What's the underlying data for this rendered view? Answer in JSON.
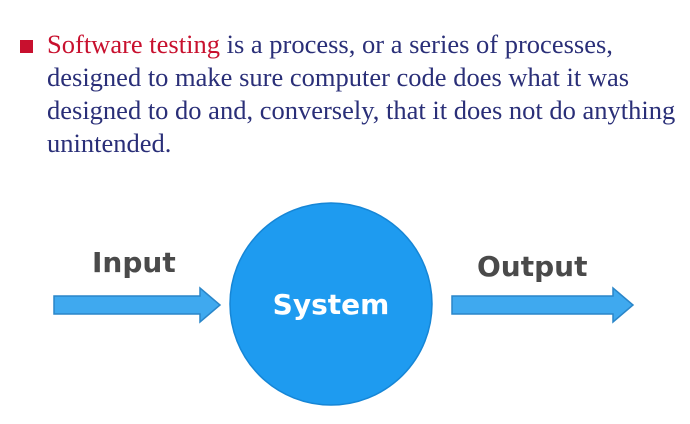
{
  "bullet": {
    "highlight": "Software testing",
    "rest": " is a process, or a series of processes, designed to make sure computer code does what it was designed to do and, conversely, that it does not do anything unintended."
  },
  "diagram": {
    "input_label": "Input",
    "system_label": "System",
    "output_label": "Output"
  },
  "colors": {
    "bullet_marker": "#c8102e",
    "highlight_text": "#c8102e",
    "body_text": "#2a2f78",
    "system_circle": "#1e9bf0",
    "arrow_fill": "#3fa9ef",
    "label_text": "#4a4a4a"
  }
}
